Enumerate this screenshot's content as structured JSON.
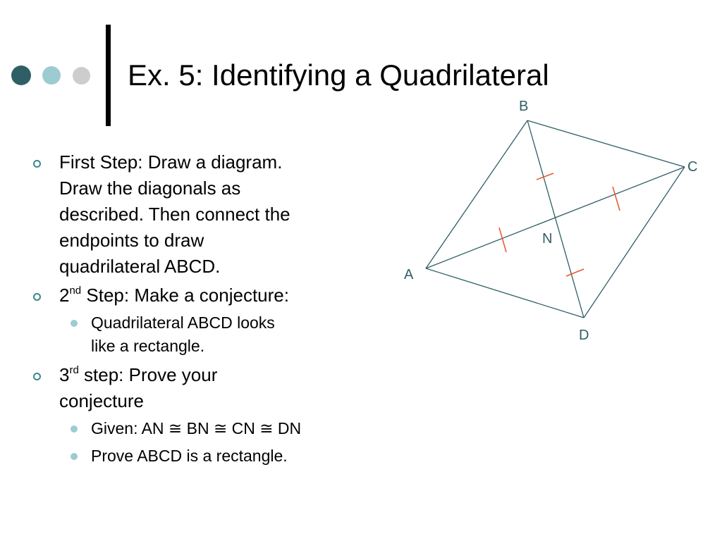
{
  "slide": {
    "title": "Ex. 5:  Identifying a Quadrilateral"
  },
  "bullets": {
    "first": {
      "lines": [
        "First Step:  Draw a diagram.",
        "Draw the diagonals as",
        "described.  Then connect the",
        "endpoints to draw",
        "quadrilateral ABCD."
      ]
    },
    "second": {
      "number": "2",
      "superscript": "nd",
      "text": " Step:  Make a conjecture:",
      "sub": {
        "lines": [
          "Quadrilateral ABCD looks",
          "like a rectangle."
        ]
      }
    },
    "third": {
      "number": "3",
      "superscript": "rd",
      "text": " step:  Prove your",
      "line2": "conjecture",
      "given": "Given: AN ≅ BN ≅ CN ≅ DN",
      "prove": "Prove ABCD is a rectangle."
    }
  },
  "diagram": {
    "labels": {
      "B": "B",
      "C": "C",
      "A": "A",
      "N": "N",
      "D": "D"
    },
    "colors": {
      "lines": "#2f5f66",
      "tick_marks": "#e8562a",
      "labels": "#2f5f66"
    }
  },
  "theme": {
    "dot_colors": [
      "#2f5f66",
      "#9ccbd1",
      "#cdcdcd"
    ],
    "bullet_color": "#3b8790"
  }
}
